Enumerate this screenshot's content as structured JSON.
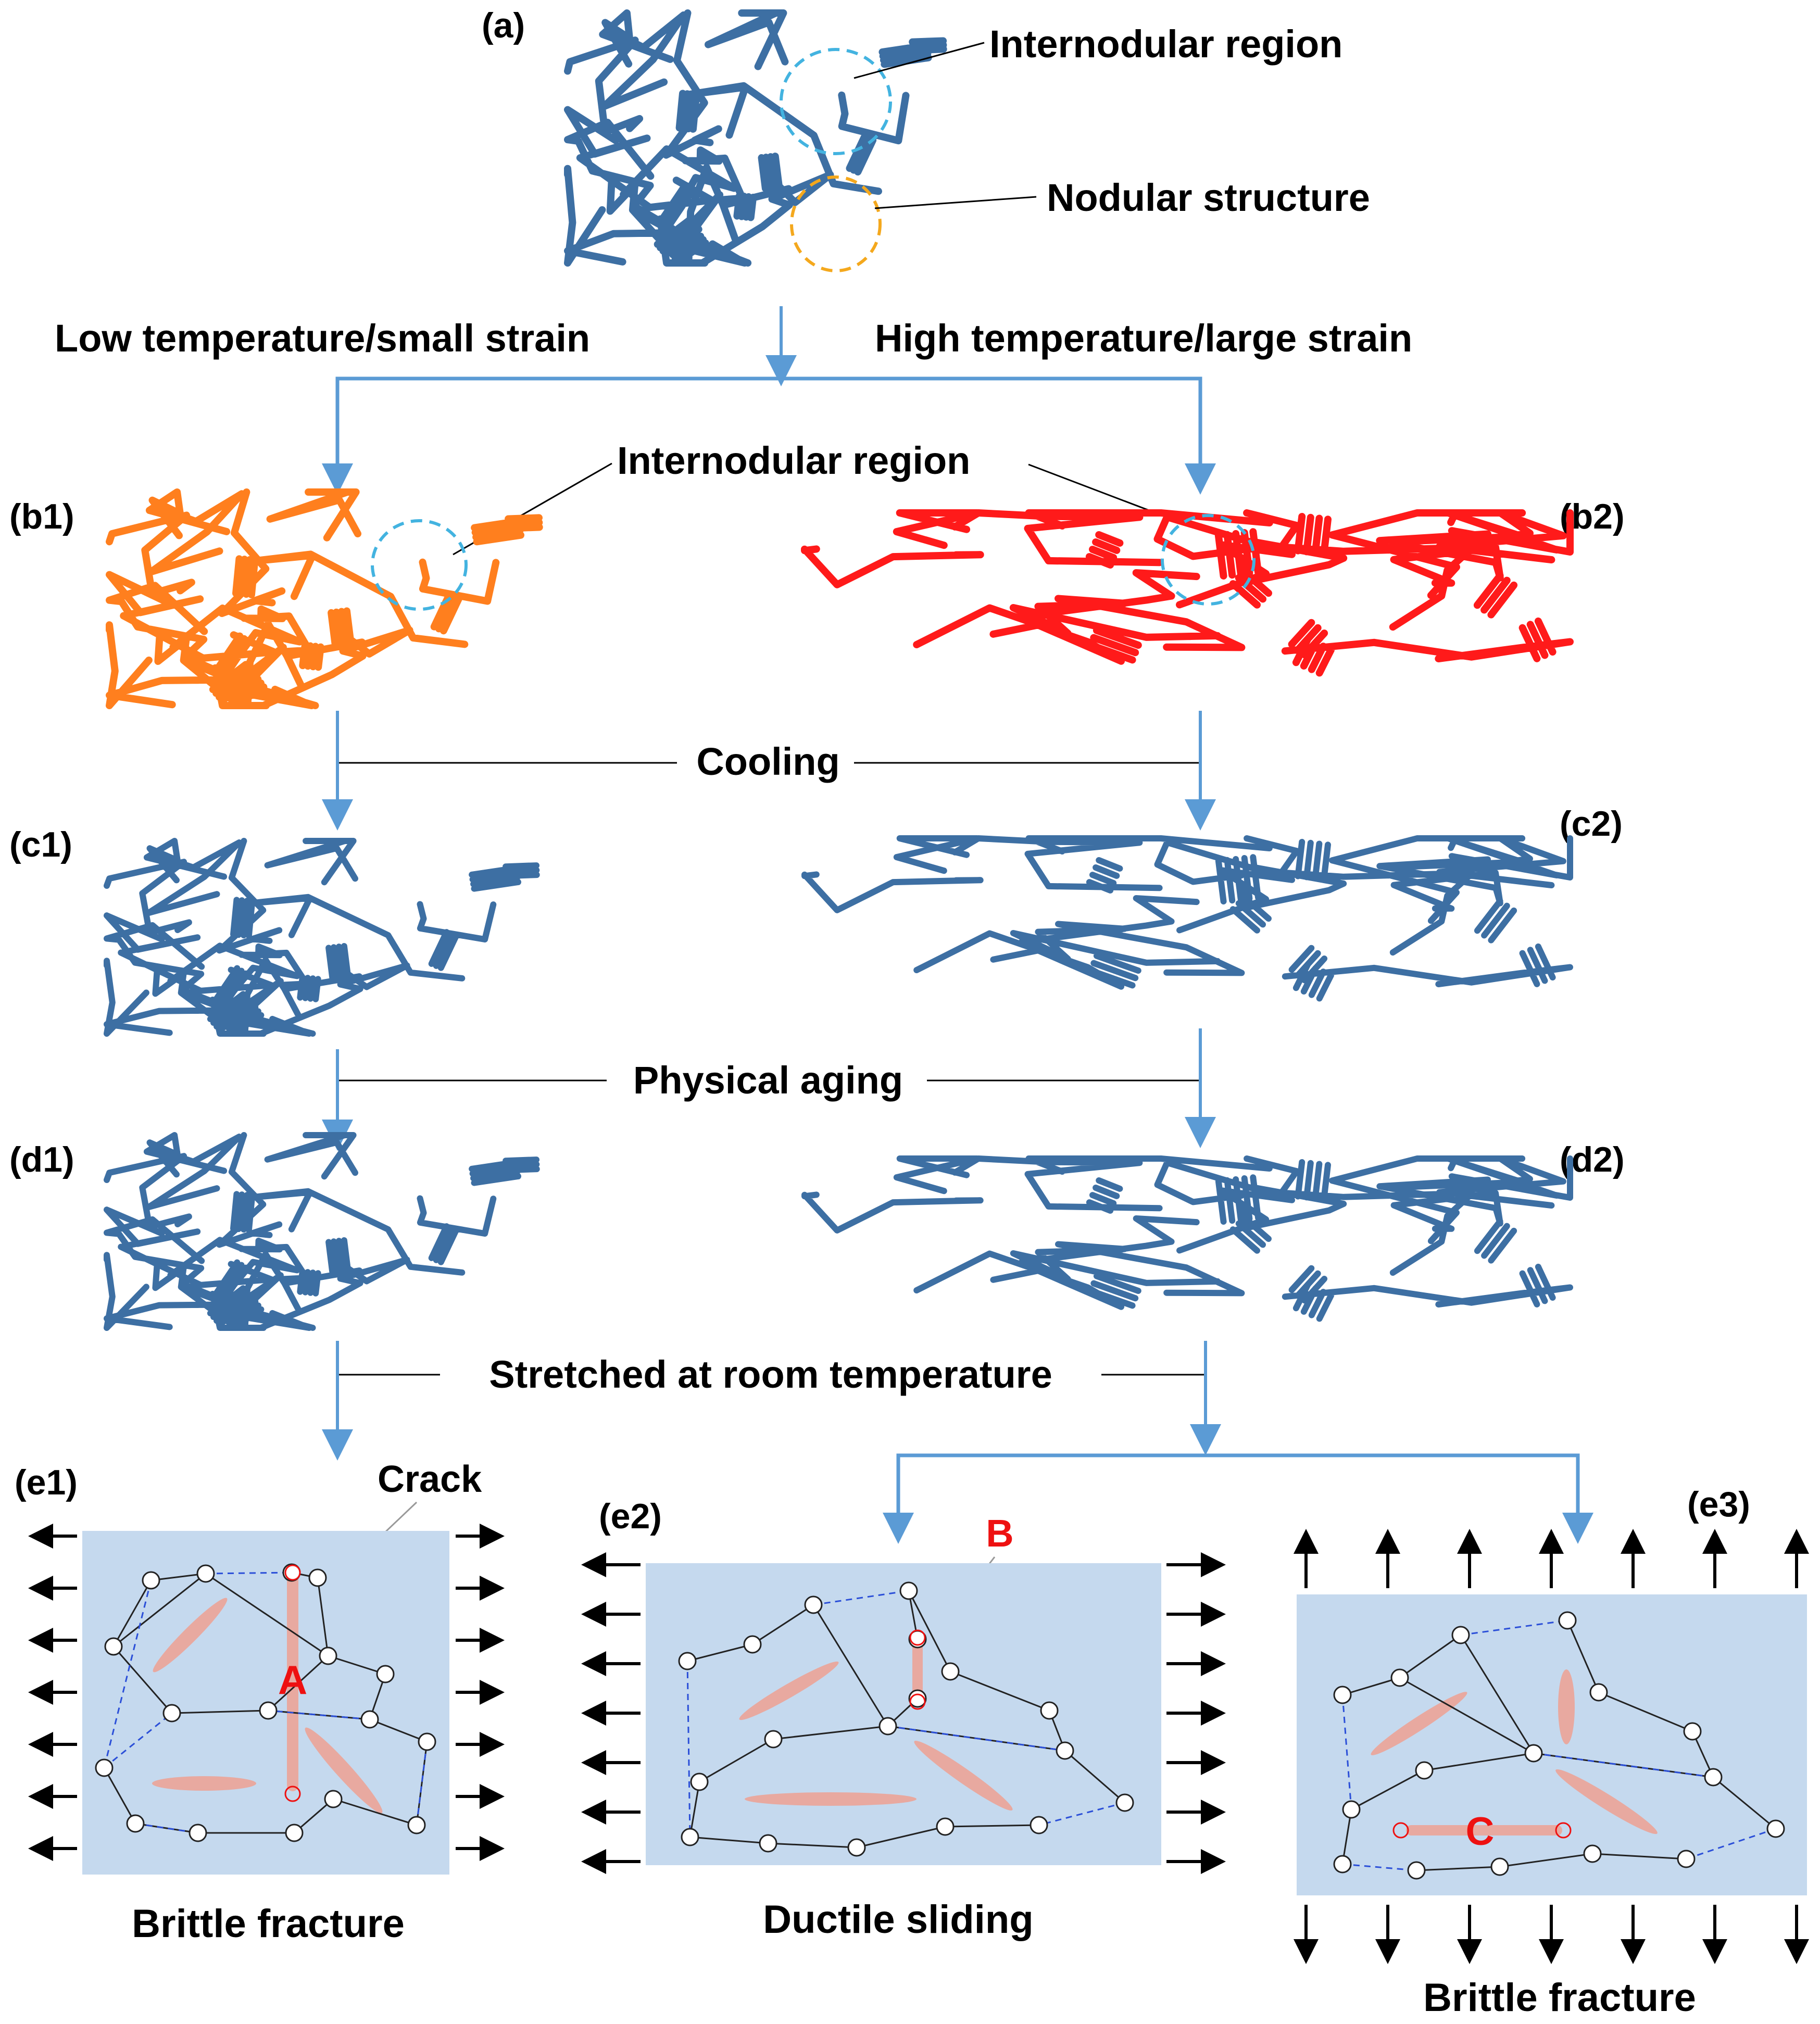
{
  "panels": {
    "a": "(a)",
    "b1": "(b1)",
    "b2": "(b2)",
    "c1": "(c1)",
    "c2": "(c2)",
    "d1": "(d1)",
    "d2": "(d2)",
    "e1": "(e1)",
    "e2": "(e2)",
    "e3": "(e3)"
  },
  "labels": {
    "internodular_a": "Internodular region",
    "nodular": "Nodular structure",
    "low_temp": "Low temperature/small strain",
    "high_temp": "High temperature/large strain",
    "internodular_b": "Internodular region",
    "cooling": "Cooling",
    "aging": "Physical aging",
    "stretched": "Stretched at room temperature",
    "crack": "Crack"
  },
  "markers": {
    "A": "A",
    "B": "B",
    "C": "C"
  },
  "captions": {
    "e1": "Brittle fracture",
    "e2": "Ductile sliding",
    "e3": "Brittle fracture"
  },
  "colors": {
    "blue_chain": "#3d6fa3",
    "orange_chain": "#ff7f1e",
    "red_chain": "#ff1a1a",
    "flow_arrow": "#5b9bd5",
    "panel_fill": "#c5d9ee",
    "highlight": "#e8a9a0",
    "marker_red": "#ee1111",
    "circle_dash_blue": "#43b3e0",
    "circle_dash_orange": "#f4a81d"
  }
}
